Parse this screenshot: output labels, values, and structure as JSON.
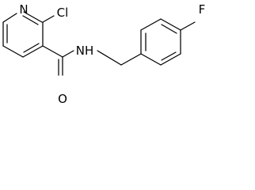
{
  "molecule": {
    "atoms": {
      "pyridine_n": "N",
      "chlorine": "Cl",
      "amide_nh": "NH",
      "carbonyl_o": "O",
      "fluorine": "F"
    }
  }
}
